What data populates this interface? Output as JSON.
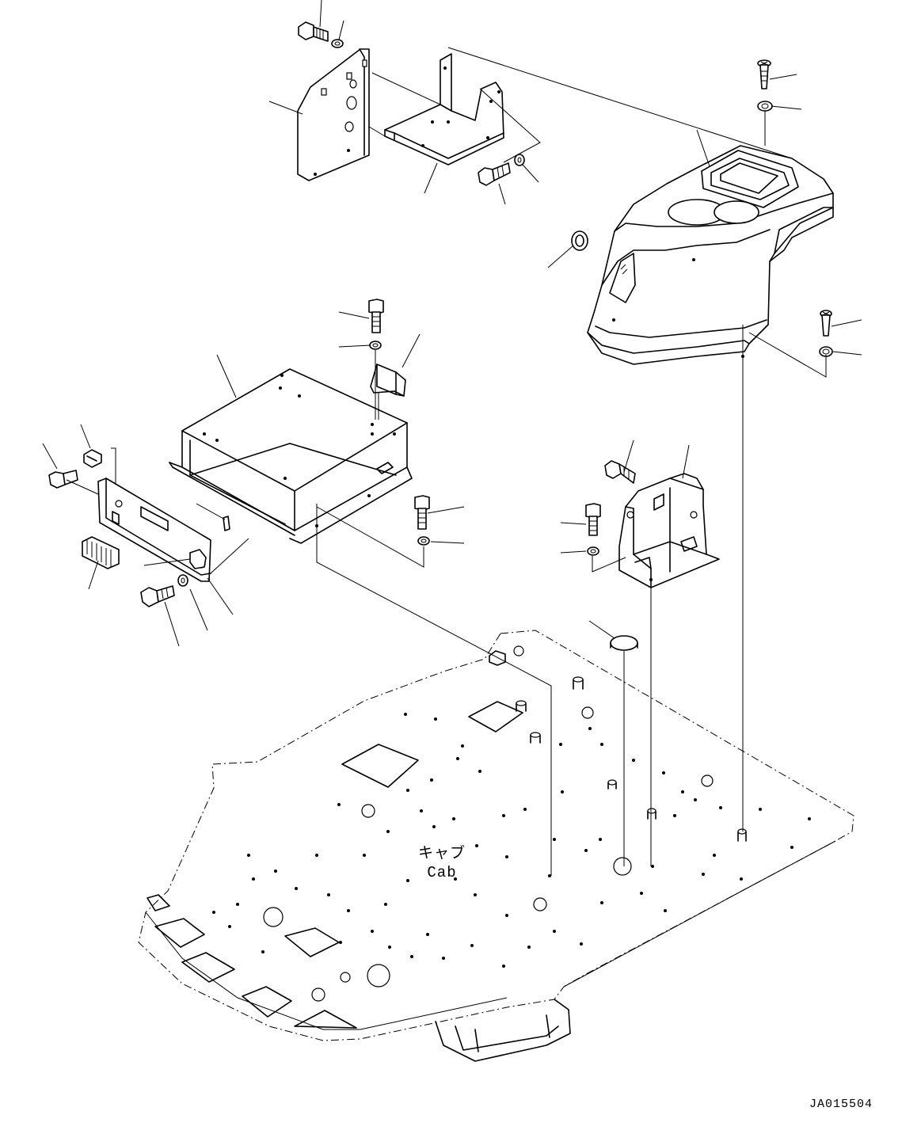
{
  "diagram": {
    "type": "exploded-parts-diagram",
    "cab_label_jp": "キャブ",
    "cab_label_en": "Cab",
    "drawing_code": "JA015504"
  },
  "colors": {
    "line": "#000000",
    "background": "#ffffff"
  }
}
